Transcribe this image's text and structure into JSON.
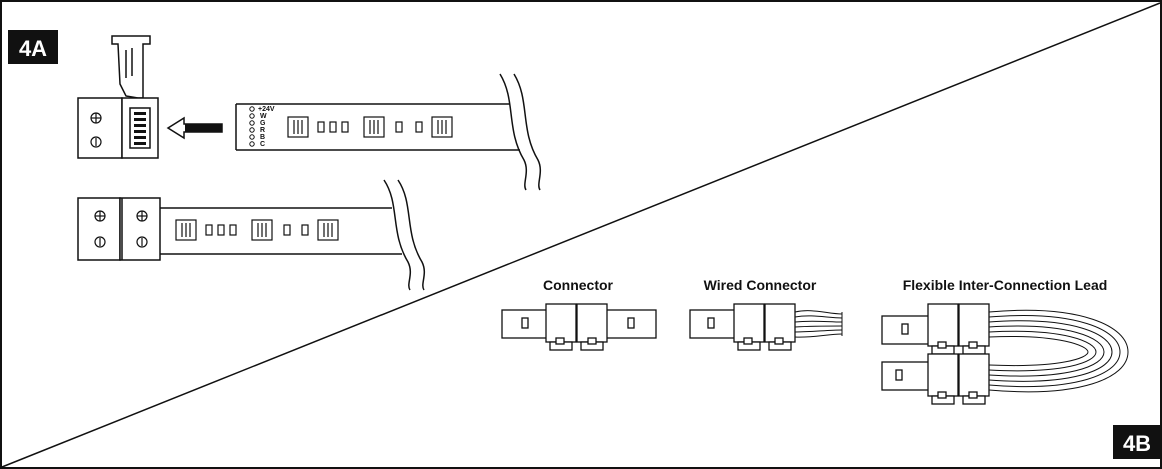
{
  "panels": {
    "a": {
      "badge": "4A"
    },
    "b": {
      "badge": "4B"
    }
  },
  "strip_pins": [
    "+24V",
    "W",
    "G",
    "R",
    "B",
    "C"
  ],
  "connectors": {
    "connector": {
      "label": "Connector"
    },
    "wired_connector": {
      "label": "Wired Connector"
    },
    "flexible_lead": {
      "label": "Flexible Inter-Connection Lead"
    }
  },
  "colors": {
    "ink": "#111111",
    "paper": "#ffffff",
    "badge": "#111111"
  }
}
